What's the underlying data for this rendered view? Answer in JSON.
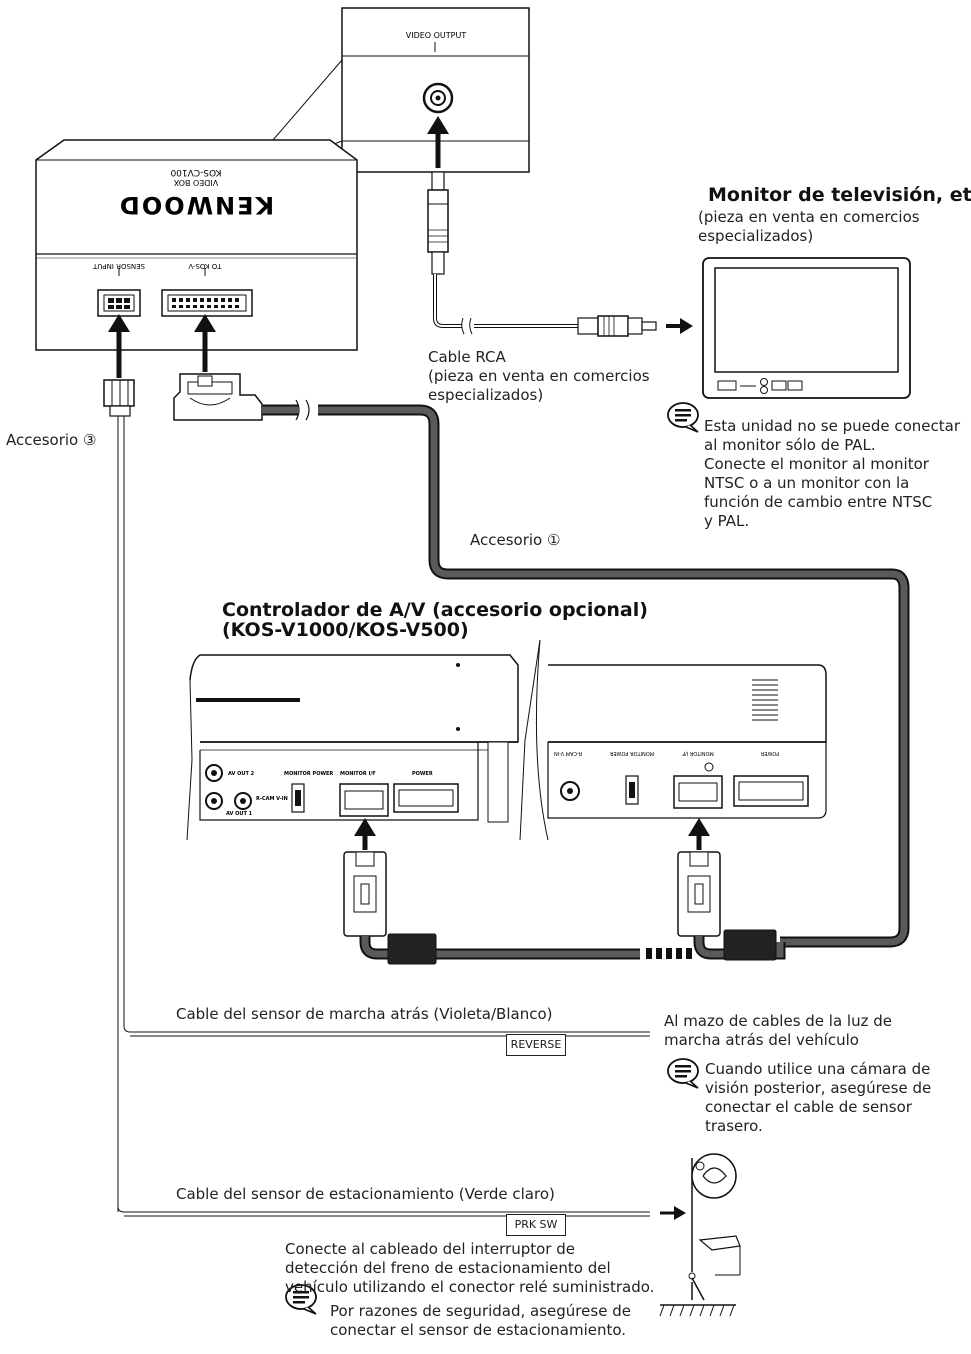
{
  "box": {
    "brand": "KENWOOD",
    "model": "KOS-CV100",
    "kind": "VIDEO BOX",
    "port_sensor": "SENSOR INPUT",
    "port_main": "TO KOS-V",
    "video_output_label": "VIDEO OUTPUT"
  },
  "monitor": {
    "title": "Monitor de televisión, etc",
    "subtitle_line1": "(pieza en venta en comercios",
    "subtitle_line2": "especializados)",
    "note_line1": "Esta unidad no se puede conectar",
    "note_line2": "al monitor sólo de PAL.",
    "note_line3": "Conecte el monitor al monitor",
    "note_line4": "NTSC o a un monitor con la",
    "note_line5": "función de cambio entre NTSC",
    "note_line6": "y PAL."
  },
  "rca": {
    "line1": "Cable RCA",
    "line2": "(pieza en venta en comercios",
    "line3": "especializados)"
  },
  "accessories": {
    "acc3": "Accesorio ③",
    "acc1": "Accesorio ①"
  },
  "controller": {
    "title_line1": "Controlador de A/V (accesorio opcional)",
    "title_line2": "(KOS-V1000/KOS-V500)",
    "left_labels": [
      "AV OUT 2",
      "AV OUT 1",
      "R-CAM V-IN",
      "MONITOR POWER",
      "MONITOR I/F",
      "POWER"
    ],
    "right_labels": [
      "R-CAM V-IN",
      "MONITOR POWER",
      "MONITOR I/F",
      "POWER"
    ]
  },
  "reverse": {
    "cable_label": "Cable del sensor de marcha atrás (Violeta/Blanco)",
    "tag": "REVERSE",
    "to_line1": "Al mazo de cables de la luz de",
    "to_line2": "marcha atrás del vehículo",
    "note_line1": "Cuando utilice una cámara de",
    "note_line2": "visión posterior, asegúrese de",
    "note_line3": "conectar el cable de sensor",
    "note_line4": "trasero."
  },
  "parking": {
    "cable_label": "Cable del sensor de estacionamiento (Verde claro)",
    "tag": "PRK SW",
    "desc_line1": "Conecte al cableado del interruptor de",
    "desc_line2": "detección del freno de estacionamiento del",
    "desc_line3": "vehículo utilizando el conector relé suministrado.",
    "note_line1": "Por razones de seguridad, asegúrese de",
    "note_line2": "conectar el sensor de estacionamiento."
  },
  "colors": {
    "cable_dark": "#3a3a3a",
    "cable_light": "#bdbdbd",
    "line": "#1a1a1a"
  }
}
